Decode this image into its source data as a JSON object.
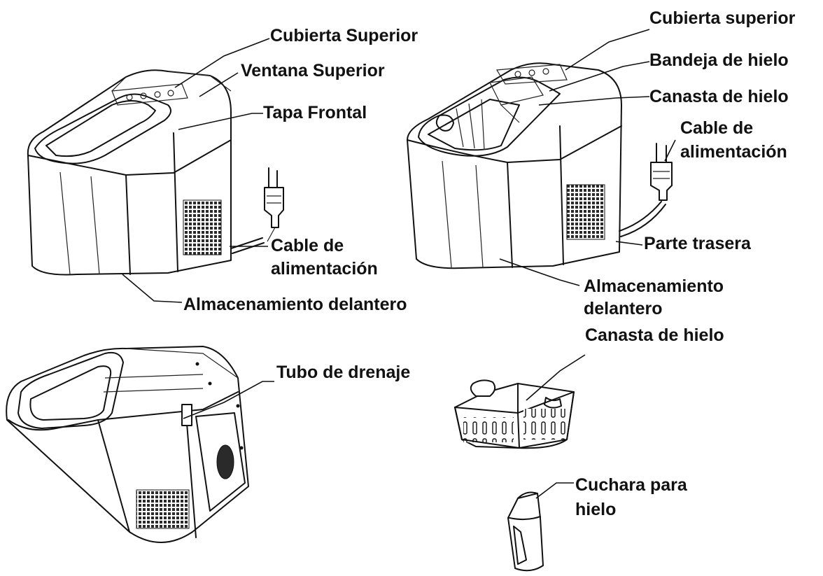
{
  "colors": {
    "line": "#111111",
    "background": "#ffffff",
    "grille": "#2a2a2a"
  },
  "labels": {
    "fig1_top_cover": "Cubierta Superior",
    "fig1_top_window": "Ventana Superior",
    "fig1_front_lid": "Tapa Frontal",
    "fig1_cable_line1": "Cable de",
    "fig1_cable_line2": "alimentación",
    "fig1_front_storage": "Almacenamiento delantero",
    "fig2_top_cover": "Cubierta superior",
    "fig2_ice_tray": "Bandeja de hielo",
    "fig2_ice_basket": "Canasta de hielo",
    "fig2_cable_line1": "Cable de",
    "fig2_cable_line2": "alimentación",
    "fig2_rear": "Parte trasera",
    "fig2_storage_line1": "Almacenamiento",
    "fig2_storage_line2": "delantero",
    "fig3_drain_tube": "Tubo de drenaje",
    "fig4_ice_basket": "Canasta de hielo",
    "fig5_scoop_line1": "Cuchara para",
    "fig5_scoop_line2": "hielo"
  }
}
